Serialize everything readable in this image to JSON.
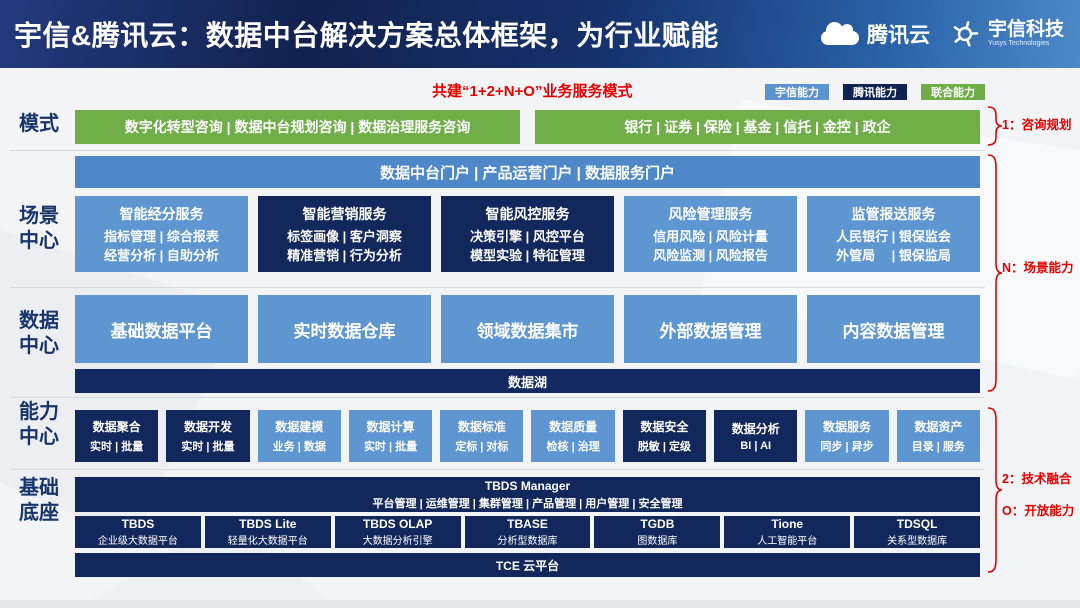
{
  "header": {
    "title": "宇信&腾讯云：数据中台解决方案总体框架，为行业赋能",
    "tencent_logo": "腾讯云",
    "yusys_logo": "宇信科技",
    "yusys_logo_sub": "Yusys Technologies"
  },
  "subheader": {
    "slogan": "共建“1+2+N+O”业务服务模式",
    "legend": [
      {
        "label": "宇信能力",
        "color": "#5b93ce"
      },
      {
        "label": "腾讯能力",
        "color": "#0e2352"
      },
      {
        "label": "联合能力",
        "color": "#70ad47"
      }
    ]
  },
  "mode_row": {
    "label": "模式",
    "consult_box": "数字化转型咨询 | 数据中台规划咨询 | 数据治理服务咨询",
    "industry_box": "银行 | 证券 | 保险 | 基金 | 信托 | 金控 | 政企"
  },
  "scene_row": {
    "label": "场景\n中心",
    "portal_bar": "数据中台门户 | 产品运营门户 | 数据服务门户",
    "boxes": [
      {
        "title": "智能经分服务",
        "line1": "指标管理 | 综合报表",
        "line2": "经营分析 | 自助分析",
        "capability": "yusys"
      },
      {
        "title": "智能营销服务",
        "line1": "标签画像 | 客户洞察",
        "line2": "精准营销 | 行为分析",
        "capability": "tencent"
      },
      {
        "title": "智能风控服务",
        "line1": "决策引擎 | 风控平台",
        "line2": "模型实验 | 特征管理",
        "capability": "tencent"
      },
      {
        "title": "风险管理服务",
        "line1": "信用风险 | 风险计量",
        "line2": "风险监测 | 风险报告",
        "capability": "yusys"
      },
      {
        "title": "监管报送服务",
        "line1": "人民银行 | 银保监会",
        "line2": "外管局　 | 银保监局",
        "capability": "yusys"
      }
    ]
  },
  "data_row": {
    "label": "数据\n中心",
    "boxes": [
      "基础数据平台",
      "实时数据仓库",
      "领域数据集市",
      "外部数据管理",
      "内容数据管理"
    ],
    "lake_bar": "数据湖"
  },
  "capability_row": {
    "label": "能力\n中心",
    "boxes": [
      {
        "title": "数据聚合",
        "sub": "实时 | 批量",
        "capability": "tencent"
      },
      {
        "title": "数据开发",
        "sub": "实时 | 批量",
        "capability": "tencent"
      },
      {
        "title": "数据建模",
        "sub": "业务 | 数据",
        "capability": "yusys"
      },
      {
        "title": "数据计算",
        "sub": "实时 | 批量",
        "capability": "yusys"
      },
      {
        "title": "数据标准",
        "sub": "定标 | 对标",
        "capability": "yusys"
      },
      {
        "title": "数据质量",
        "sub": "检核 | 治理",
        "capability": "yusys"
      },
      {
        "title": "数据安全",
        "sub": "脱敏 | 定级",
        "capability": "tencent"
      },
      {
        "title": "数据分析",
        "sub": "BI | AI",
        "capability": "tencent"
      },
      {
        "title": "数据服务",
        "sub": "同步 | 异步",
        "capability": "yusys"
      },
      {
        "title": "数据资产",
        "sub": "目录 | 服务",
        "capability": "yusys"
      }
    ]
  },
  "base_row": {
    "label": "基础\n底座",
    "manager_title": "TBDS Manager",
    "manager_sub": "平台管理 | 运维管理 | 集群管理 | 产品管理 | 用户管理 | 安全管理",
    "products": [
      {
        "name": "TBDS",
        "desc": "企业级大数据平台"
      },
      {
        "name": "TBDS Lite",
        "desc": "轻量化大数据平台"
      },
      {
        "name": "TBDS OLAP",
        "desc": "大数据分析引擎"
      },
      {
        "name": "TBASE",
        "desc": "分析型数据库"
      },
      {
        "name": "TGDB",
        "desc": "图数据库"
      },
      {
        "name": "Tione",
        "desc": "人工智能平台"
      },
      {
        "name": "TDSQL",
        "desc": "关系型数据库"
      }
    ],
    "tce_bar": "TCE 云平台"
  },
  "annotations": {
    "consulting": "1：咨询规划",
    "scene": "N：场景能力",
    "tech": "2：技术融合",
    "open": "O：开放能力"
  },
  "colors": {
    "yusys_blue": "#5e96d2",
    "tencent_navy": "#12285c",
    "joint_green": "#6fae49",
    "annotation_red": "#e60000",
    "header_navy": "#13224f"
  }
}
